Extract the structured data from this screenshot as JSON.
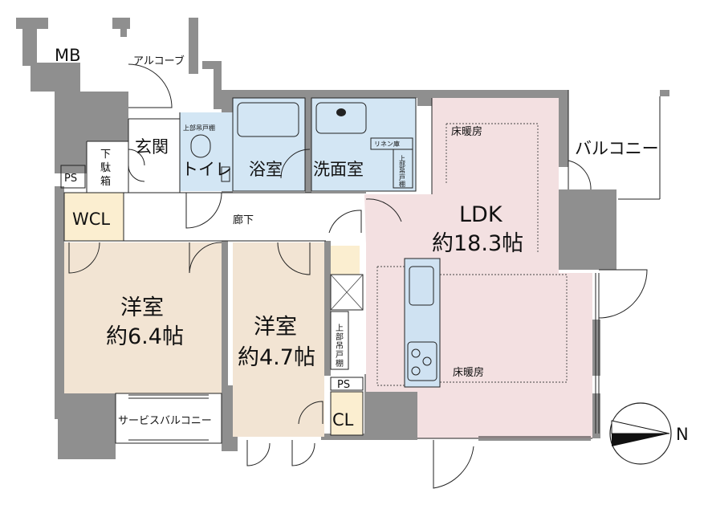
{
  "rooms": {
    "mb": "MB",
    "alcove": "アルコーブ",
    "entrance": "玄関",
    "shoe_box": [
      "下",
      "駄",
      "箱"
    ],
    "ps_left": "PS",
    "wcl": "WCL",
    "toilet": "トイレ",
    "upper_cabinet_toilet": "上部吊戸棚",
    "bath": "浴室",
    "washroom": "洗面室",
    "linen": "リネン庫",
    "upper_cabinet_wash": [
      "上",
      "部",
      "吊",
      "戸",
      "棚"
    ],
    "hallway": "廊下",
    "ldk_name": "LDK",
    "ldk_size": "約18.3帖",
    "floor_heating_top": "床暖房",
    "floor_heating_bottom": "床暖房",
    "balcony": "バルコニー",
    "western1_name": "洋室",
    "western1_size": "約6.4帖",
    "western2_name": "洋室",
    "western2_size": "約4.7帖",
    "upper_cabinet_mid": [
      "上",
      "部",
      "吊",
      "戸",
      "棚"
    ],
    "ps_mid": "PS",
    "cl": "CL",
    "service_balcony": "サービスバルコニー"
  },
  "compass": {
    "north_label": "N"
  },
  "colors": {
    "wall": "#8f8f8f",
    "western_room": "#f2e4d3",
    "ldk": "#f3e0e1",
    "wet_area": "#d3e6f4",
    "storage": "#fbeed0",
    "kitchen": "#cfe2f2"
  }
}
